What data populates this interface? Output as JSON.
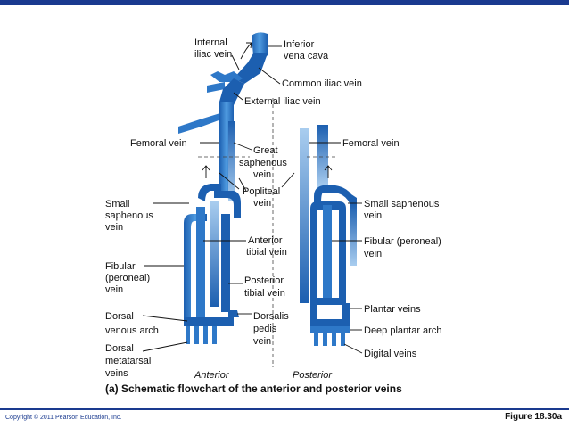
{
  "labels": {
    "internal_iliac_1": "Internal",
    "internal_iliac_2": "iliac vein",
    "inferior_vc_1": "Inferior",
    "inferior_vc_2": "vena cava",
    "common_iliac": "Common iliac vein",
    "external_iliac": "External iliac vein",
    "femoral_left": "Femoral vein",
    "femoral_right": "Femoral vein",
    "great_saph_1": "Great",
    "great_saph_2": "saphenous",
    "great_saph_3": "vein",
    "popliteal_1": "Popliteal",
    "popliteal_2": "vein",
    "small_saph_left_1": "Small",
    "small_saph_left_2": "saphenous",
    "small_saph_left_3": "vein",
    "small_saph_right_1": "Small saphenous",
    "small_saph_right_2": "vein",
    "anterior_tibial_1": "Anterior",
    "anterior_tibial_2": "tibial vein",
    "fibular_left_1": "Fibular",
    "fibular_left_2": "(peroneal)",
    "fibular_left_3": "vein",
    "fibular_right_1": "Fibular (peroneal)",
    "fibular_right_2": "vein",
    "posterior_tibial_1": "Posterior",
    "posterior_tibial_2": "tibial vein",
    "plantar_veins": "Plantar veins",
    "dorsal_venous_1": "Dorsal",
    "dorsal_venous_2": "venous arch",
    "dorsalis_pedis_1": "Dorsalis",
    "dorsalis_pedis_2": "pedis",
    "dorsalis_pedis_3": "vein",
    "deep_plantar_arch": "Deep plantar arch",
    "dorsal_metatarsal_1": "Dorsal",
    "dorsal_metatarsal_2": "metatarsal",
    "dorsal_metatarsal_3": "veins",
    "digital_veins": "Digital veins",
    "anterior": "Anterior",
    "posterior": "Posterior"
  },
  "caption": "(a) Schematic flowchart of the anterior and posterior veins",
  "copyright": "Copyright © 2011 Pearson Education, Inc.",
  "figure_ref": "Figure 18.30a",
  "colors": {
    "vein_dark": "#1c5fb0",
    "vein_mid": "#3b8ad9",
    "vein_light": "#8fbde9",
    "accent_bar": "#1a3a8f"
  }
}
